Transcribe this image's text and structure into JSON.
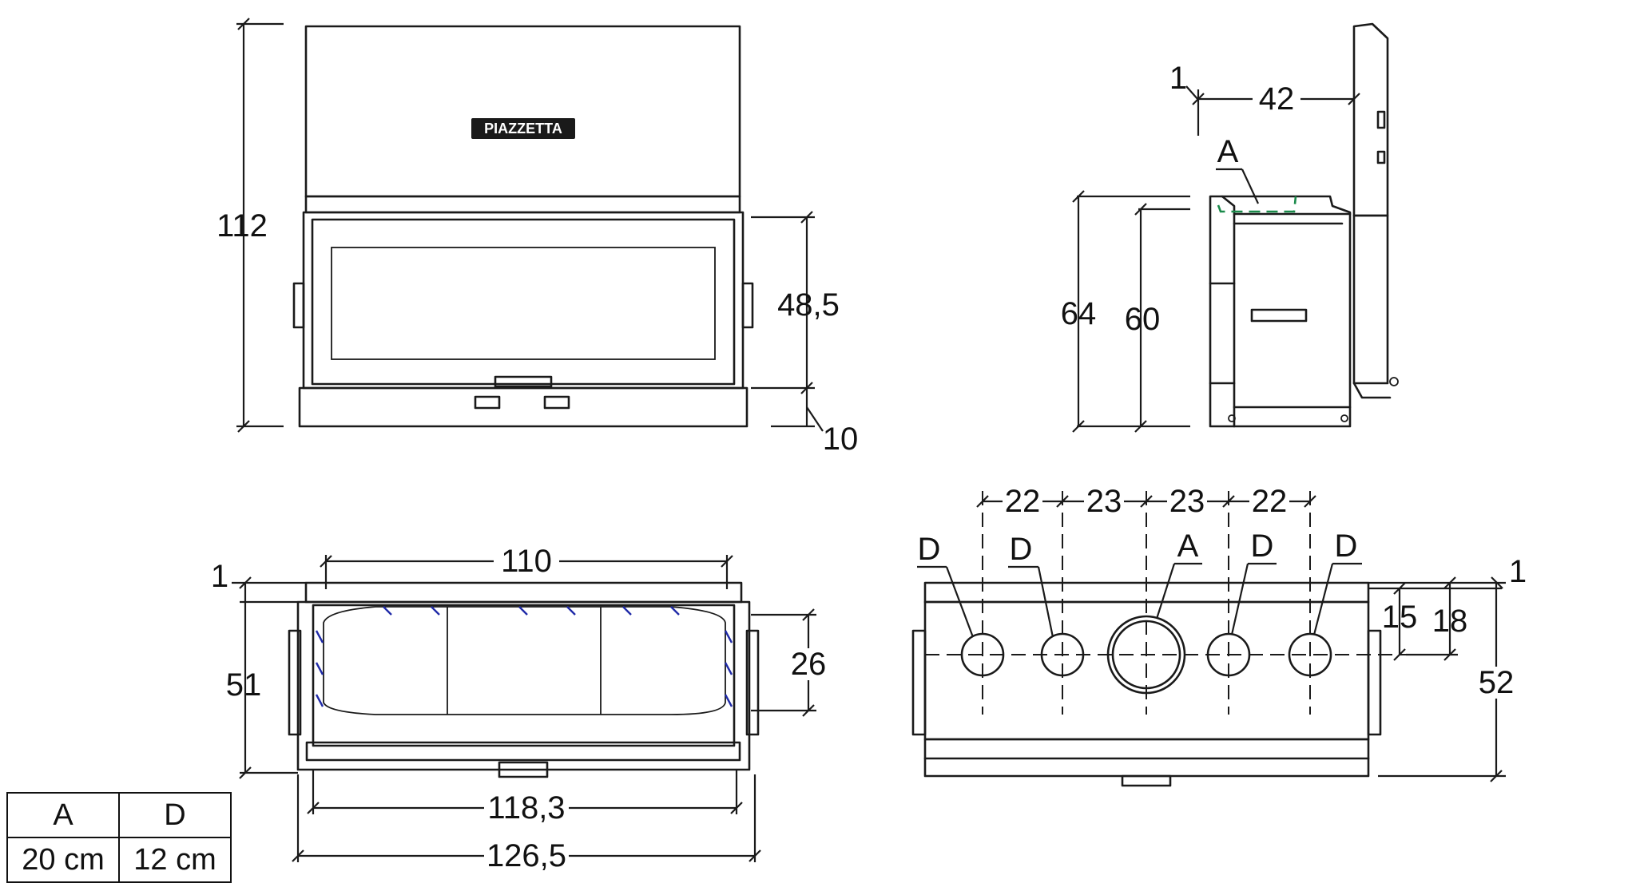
{
  "front_view": {
    "logo": "PIAZZETTA",
    "dim_height": "112",
    "dim_door_height": "48,5",
    "dim_base": "10"
  },
  "side_view": {
    "dim_top_gap": "1",
    "dim_depth_top": "42",
    "label_a": "A",
    "dim_height_outer": "64",
    "dim_height_inner": "60"
  },
  "plan_view": {
    "dim_inner_width": "110",
    "dim_top_gap": "1",
    "dim_depth": "51",
    "dim_opening": "26",
    "dim_width_mid": "118,3",
    "dim_width_outer": "126,5"
  },
  "rear_view": {
    "spacings": [
      "22",
      "23",
      "23",
      "22"
    ],
    "outlets": [
      "D",
      "D",
      "A",
      "D",
      "D"
    ],
    "dim_top_gap": "1",
    "dim_outlet_15": "15",
    "dim_outlet_18": "18",
    "dim_depth": "52"
  },
  "outlet_table": {
    "headers": [
      "A",
      "D"
    ],
    "values": [
      "20 cm",
      "12 cm"
    ]
  }
}
